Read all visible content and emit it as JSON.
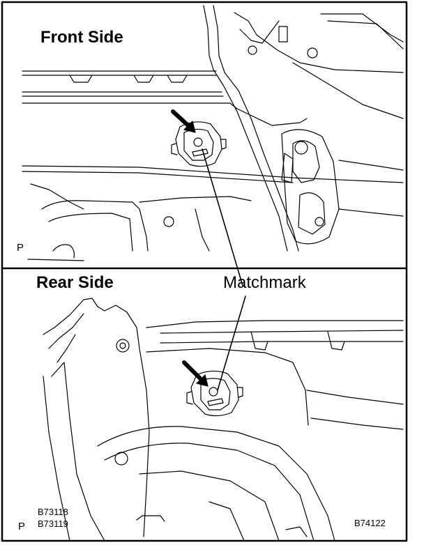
{
  "panels": {
    "front": {
      "heading": "Front Side",
      "corner_mark": "P"
    },
    "rear": {
      "heading": "Rear Side",
      "corner_mark": "P"
    }
  },
  "callout": {
    "label": "Matchmark"
  },
  "figure_codes": {
    "left_top": "B73118",
    "left_bottom": "B73119",
    "right": "B74122"
  },
  "colors": {
    "ink": "#000000",
    "paper": "#ffffff"
  }
}
